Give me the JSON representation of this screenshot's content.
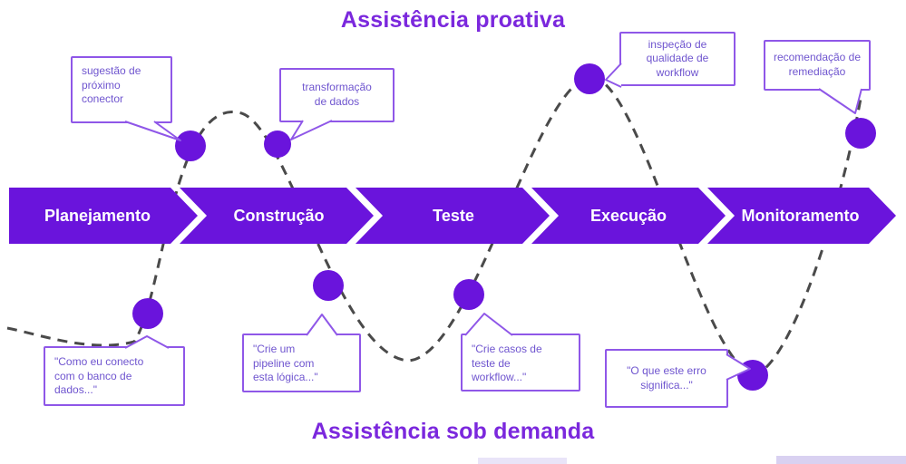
{
  "titles": {
    "top": "Assistência proativa",
    "bottom": "Assistência sob demanda"
  },
  "stages": [
    {
      "label": "Planejamento"
    },
    {
      "label": "Construção"
    },
    {
      "label": "Teste"
    },
    {
      "label": "Execução"
    },
    {
      "label": "Monitoramento"
    }
  ],
  "proactive_callouts": {
    "next_connector": "sugestão de próximo conector",
    "data_transformation": "transformação de dados",
    "workflow_quality_inspection": "inspeção de qualidade de workflow",
    "remediation_recommendation": "recomendação de remediação"
  },
  "on_demand_callouts": {
    "connect_database": "\"Como eu conecto com o banco de dados...\"",
    "create_pipeline": "\"Crie um pipeline com esta lógica...\"",
    "create_test_cases": "\"Crie casos de teste de workflow...\"",
    "error_meaning": "\"O que este erro significa...\""
  },
  "colors": {
    "purple_primary": "#6a14dc",
    "title_purple": "#7b28dd",
    "callout_border": "#8f57e8",
    "callout_text": "#6f55cf",
    "dashed_line": "#4a4a4a"
  }
}
